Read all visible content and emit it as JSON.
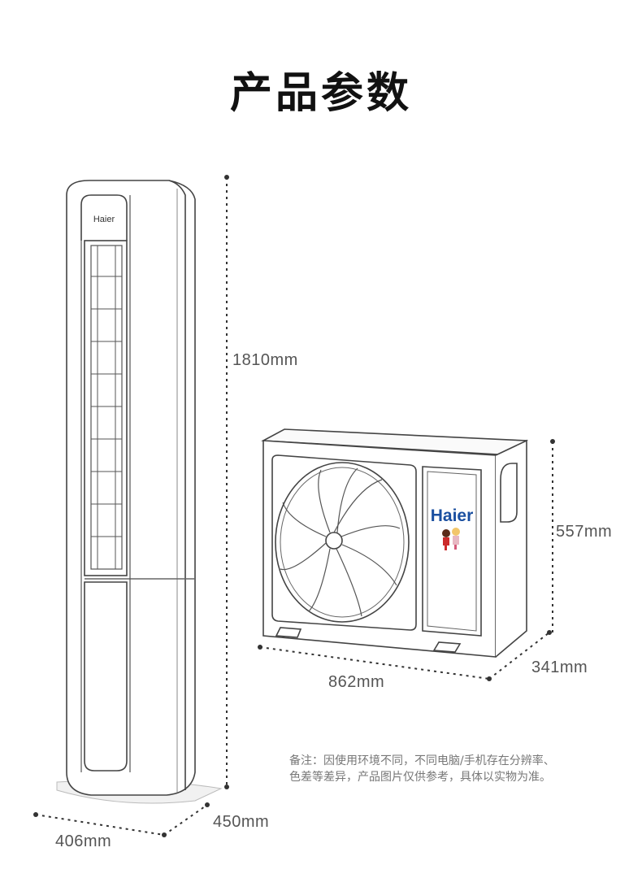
{
  "page": {
    "title": "产品参数"
  },
  "indoor_unit": {
    "brand": "Haier",
    "height_label": "1810mm",
    "width_label": "406mm",
    "depth_label": "450mm"
  },
  "outdoor_unit": {
    "brand": "Haier",
    "width_label": "862mm",
    "height_label": "557mm",
    "depth_label": "341mm"
  },
  "note": {
    "line1": "备注：因使用环境不同，不同电脑/手机存在分辨率、",
    "line2": "色差等差异，产品图片仅供参考，具体以实物为准。"
  },
  "colors": {
    "title": "#111111",
    "line": "#444444",
    "dim_text": "#555555",
    "brand_blue": "#1a4fa0"
  }
}
